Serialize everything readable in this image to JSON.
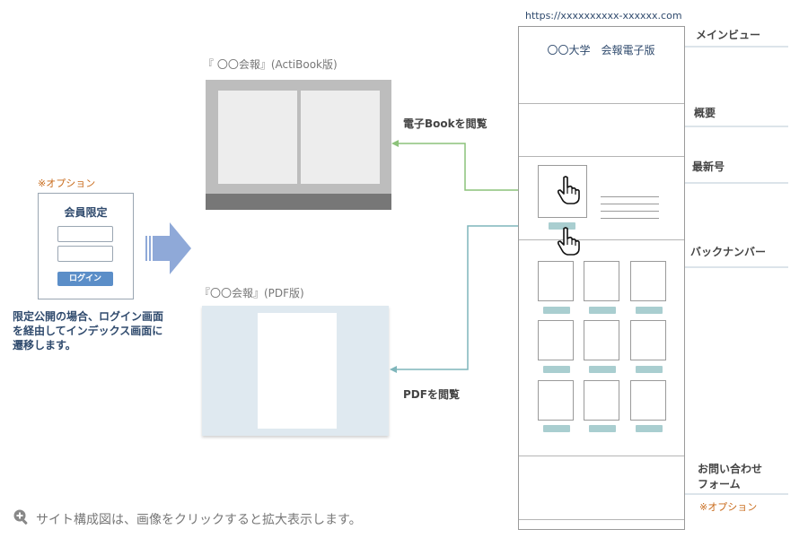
{
  "login": {
    "option_note": "※オプション",
    "title": "会員限定",
    "button": "ログイン",
    "description_lines": [
      "限定公開の場合、ログイン画面",
      "を経由してインデックス画面に",
      "遷移します。"
    ]
  },
  "book": {
    "title": "『 〇〇会報』(ActiBook版)"
  },
  "pdf": {
    "title": "『〇〇会報』(PDF版)"
  },
  "arrows": {
    "ebook_label": "電子Bookを閲覧",
    "pdf_label": "PDFを閲覧"
  },
  "site": {
    "url": "https://xxxxxxxxxx-xxxxxx.com",
    "header_title": "〇〇大学　会報電子版"
  },
  "sections": {
    "main_view": "メインビュー",
    "overview": "概要",
    "latest": "最新号",
    "backnumber": "バックナンバー",
    "contact_line1": "お問い合わせ",
    "contact_line2": "フォーム",
    "contact_option": "※オプション"
  },
  "footer": {
    "caption": "サイト構成図は、画像をクリックすると拡大表示します。"
  },
  "colors": {
    "green_arrow": "#8cc27a",
    "teal_arrow": "#7fb6bb",
    "big_arrow": "#8fa9d8",
    "chip": "#a9ced0"
  },
  "icons": [
    "zoom-icon",
    "hand-pointer-icon",
    "big-right-arrow-icon"
  ]
}
